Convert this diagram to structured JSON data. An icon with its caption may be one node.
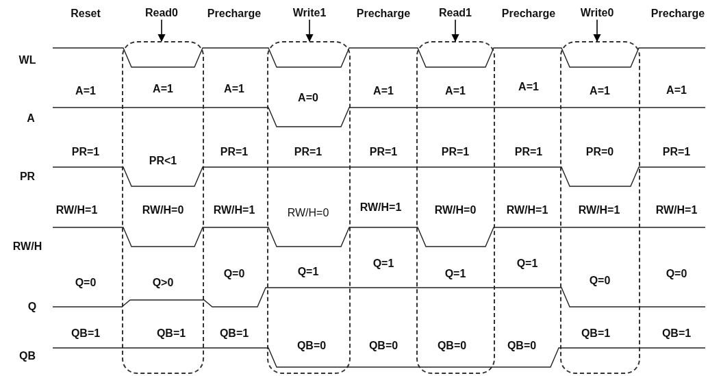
{
  "diagram": {
    "nodes": [
      {
        "text": [
          "Read0"
        ]
      },
      {
        "text": [],
        "shape": "box"
      },
      {
        "text": [
          "Write1"
        ]
      },
      {
        "text": [],
        "shape": "box"
      },
      {
        "text": [
          "Read1"
        ]
      },
      {
        "text": [],
        "shape": "box"
      },
      {
        "text": [
          "Write0"
        ]
      },
      {
        "text": [],
        "shape": "box"
      }
    ],
    "edges": [
      {
        "from": 0,
        "to": 1,
        "arrow": "to"
      },
      {
        "from": 2,
        "to": 3,
        "arrow": "to"
      },
      {
        "from": 4,
        "to": 5,
        "arrow": "to"
      },
      {
        "from": 6,
        "to": 7,
        "arrow": "to"
      }
    ],
    "labels": [
      "Reset",
      "Precharge",
      "Precharge",
      "Precharge",
      "Precharge",
      "WL",
      "A=1",
      "A=1",
      "A=1",
      "A=0",
      "A=1",
      "A=1",
      "A=1",
      "A=1",
      "A=1",
      "A",
      "PR=1",
      "PR<1",
      "PR=1",
      "PR=1",
      "PR=1",
      "PR=1",
      "PR=1",
      "PR=0",
      "PR=1",
      "PR",
      "RW/H=1",
      "RW/H=0",
      "RW/H=1",
      "RW/H=0",
      "RW/H=1",
      "RW/H=0",
      "RW/H=1",
      "RW/H=1",
      "RW/H=1",
      "RW/H",
      "Q=0",
      "Q>0",
      "Q=0",
      "Q=1",
      "Q=1",
      "Q=1",
      "Q=1",
      "Q=0",
      "Q=0",
      "Q",
      "QB=1",
      "QB=1",
      "QB=1",
      "QB=0",
      "QB=0",
      "QB=0",
      "QB=0",
      "QB=1",
      "QB=1",
      "QB"
    ]
  }
}
